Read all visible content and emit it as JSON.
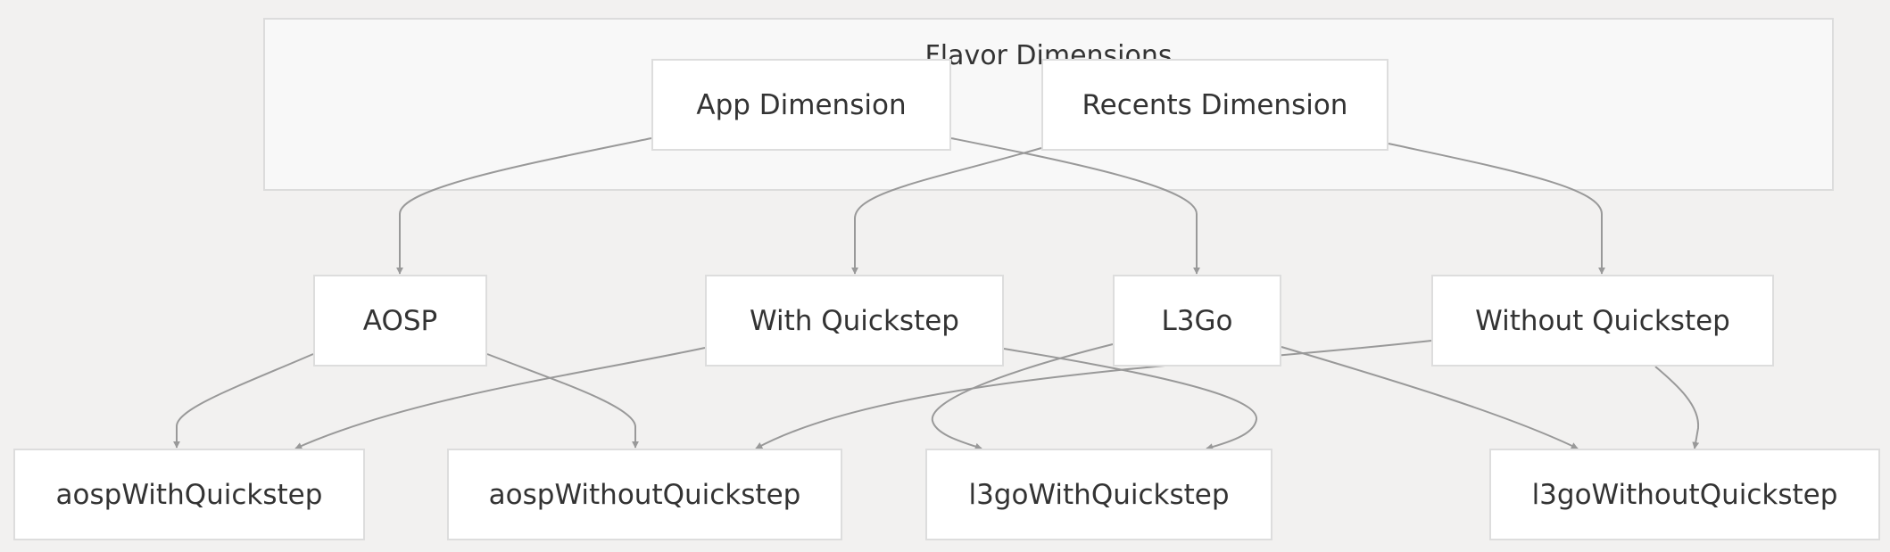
{
  "diagram": {
    "cluster": {
      "title": "Flavor Dimensions"
    },
    "nodes": {
      "app_dimension": "App Dimension",
      "recents_dimension": "Recents Dimension",
      "aosp": "AOSP",
      "with_quickstep": "With Quickstep",
      "l3go": "L3Go",
      "without_quickstep": "Without Quickstep",
      "aosp_with_quickstep": "aospWithQuickstep",
      "aosp_without_quickstep": "aospWithoutQuickstep",
      "l3go_with_quickstep": "l3goWithQuickstep",
      "l3go_without_quickstep": "l3goWithoutQuickstep"
    },
    "edges": [
      {
        "from": "app_dimension",
        "to": "aosp"
      },
      {
        "from": "app_dimension",
        "to": "l3go"
      },
      {
        "from": "recents_dimension",
        "to": "with_quickstep"
      },
      {
        "from": "recents_dimension",
        "to": "without_quickstep"
      },
      {
        "from": "aosp",
        "to": "aosp_with_quickstep"
      },
      {
        "from": "aosp",
        "to": "aosp_without_quickstep"
      },
      {
        "from": "with_quickstep",
        "to": "aosp_with_quickstep"
      },
      {
        "from": "with_quickstep",
        "to": "l3go_with_quickstep"
      },
      {
        "from": "l3go",
        "to": "l3go_with_quickstep"
      },
      {
        "from": "l3go",
        "to": "l3go_without_quickstep"
      },
      {
        "from": "without_quickstep",
        "to": "aosp_without_quickstep"
      },
      {
        "from": "without_quickstep",
        "to": "l3go_without_quickstep"
      }
    ]
  }
}
